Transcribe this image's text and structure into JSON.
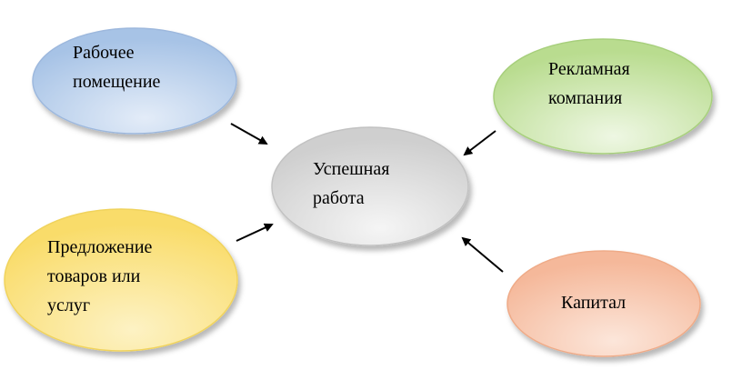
{
  "nodes": {
    "workspace": {
      "lines": [
        "Рабочее",
        "помещение"
      ],
      "fill": "#a7c3e6",
      "fill_light": "#e3ecf8",
      "stroke": "#9db8dd"
    },
    "advertising": {
      "lines": [
        "Рекламная",
        "компания"
      ],
      "fill": "#b9dc8f",
      "fill_light": "#eef7e3",
      "stroke": "#a7cf7c"
    },
    "success": {
      "lines": [
        "Успешная",
        "работа"
      ],
      "fill": "#cfcfcf",
      "fill_light": "#f5f5f5",
      "stroke": "#c2c2c2"
    },
    "offer": {
      "lines": [
        "Предложение",
        "товаров или",
        "услуг"
      ],
      "fill": "#f9dc6a",
      "fill_light": "#fdf2c4",
      "stroke": "#f0d35d"
    },
    "capital": {
      "lines": [
        "Капитал"
      ],
      "fill": "#f5b89a",
      "fill_light": "#fce6da",
      "stroke": "#efab88"
    }
  }
}
